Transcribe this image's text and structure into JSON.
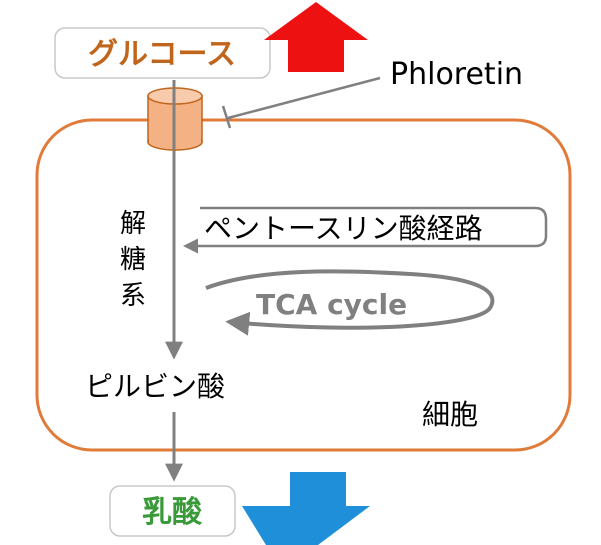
{
  "labels": {
    "glucose": "グルコース",
    "phloretin": "Phloretin",
    "glycolysis_line1": "解",
    "glycolysis_line2": "糖",
    "glycolysis_line3": "系",
    "pentose_phosphate": "ペントースリン酸経路",
    "tca_cycle": "TCA cycle",
    "pyruvate": "ピルビン酸",
    "cell": "細胞",
    "lactate": "乳酸"
  },
  "colors": {
    "glucose_text": "#c0651c",
    "lactate_text": "#3a9a3a",
    "cell_border": "#e07b39",
    "transporter_fill": "#f4b183",
    "transporter_stroke": "#c0651c",
    "up_arrow": "#ee1111",
    "down_arrow": "#1e8fd8",
    "pathway_line": "#808080",
    "tca_text": "#808080",
    "box_border": "#c8c8c8"
  },
  "indicators": {
    "glucose_change": "increase",
    "lactate_change": "decrease",
    "phloretin_effect": "inhibits transporter"
  }
}
